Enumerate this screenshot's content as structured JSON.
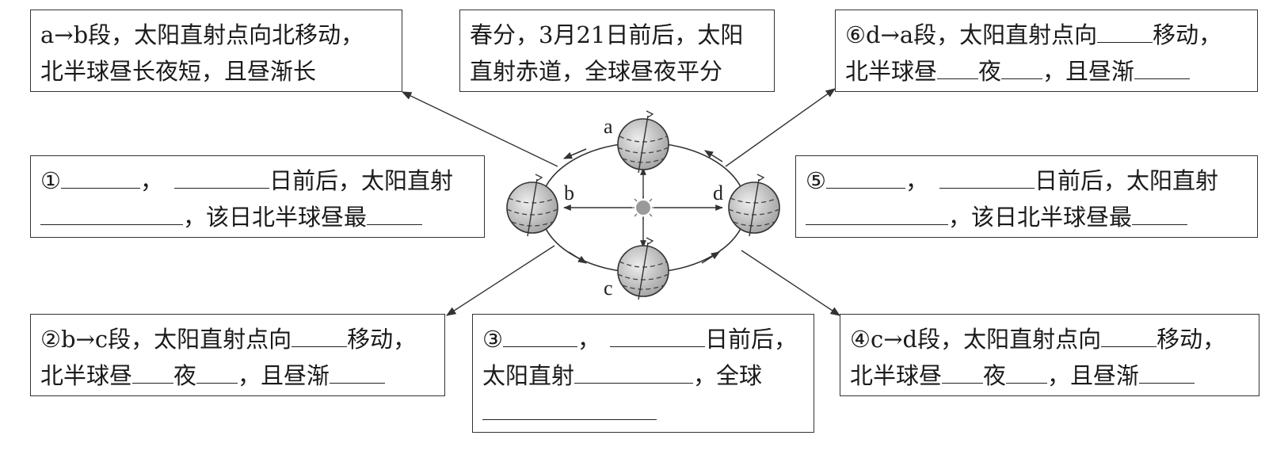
{
  "boxes": {
    "ab": {
      "line1": "a→b段，太阳直射点向北移动，",
      "line2": "北半球昼长夜短，且昼渐长"
    },
    "spring": {
      "line1": "春分，3月21日前后，太阳",
      "line2": "直射赤道，全球昼夜平分"
    },
    "da": {
      "line1_a": "⑥d→a段，太阳直射点向",
      "line1_b": "移动，",
      "line2_a": "北半球昼",
      "line2_b": "夜",
      "line2_c": "，且昼渐"
    },
    "b_point": {
      "line1_a": "①",
      "line1_b": "，",
      "line1_c": "日前后，太阳直射",
      "line2_a": "，该日北半球昼最"
    },
    "d_point": {
      "line1_a": "⑤",
      "line1_b": "，",
      "line1_c": "日前后，太阳直射",
      "line2_a": "，该日北半球昼最"
    },
    "bc": {
      "line1_a": "②b→c段，太阳直射点向",
      "line1_b": "移动，",
      "line2_a": "北半球昼",
      "line2_b": "夜",
      "line2_c": "，且昼渐"
    },
    "c_point": {
      "line1_a": "③",
      "line1_b": "，",
      "line1_c": "日前后，",
      "line2_a": "太阳直射",
      "line2_b": "，全球"
    },
    "cd": {
      "line1_a": "④c→d段，太阳直射点向",
      "line1_b": "移动，",
      "line2_a": "北半球昼",
      "line2_b": "夜",
      "line2_c": "，且昼渐"
    }
  },
  "orbit_labels": {
    "a": "a",
    "b": "b",
    "c": "c",
    "d": "d"
  },
  "colors": {
    "line": "#333333",
    "earth_shade": "#bdbdbd",
    "earth_light": "#f2f2f2",
    "sun": "#9a9a9a"
  }
}
